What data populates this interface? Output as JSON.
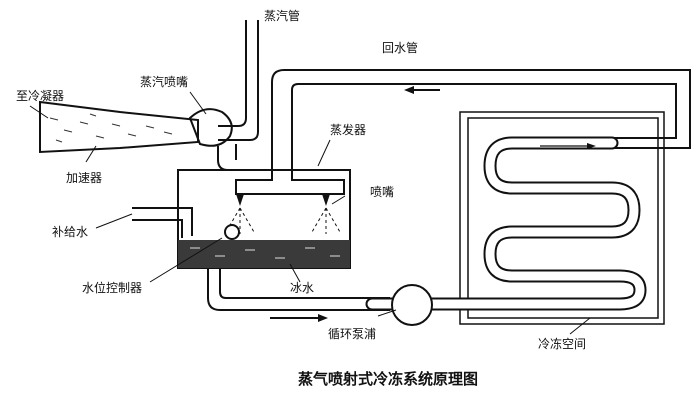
{
  "labels": {
    "steam_pipe": "蒸汽管",
    "return_pipe": "回水管",
    "steam_nozzle": "蒸汽喷嘴",
    "to_condenser": "至冷凝器",
    "evaporator": "蒸发器",
    "nozzle": "喷嘴",
    "accelerator": "加速器",
    "makeup_water": "补给水",
    "level_controller": "水位控制器",
    "ice_water": "冰水",
    "circulating_pump": "循环泵浦",
    "freezer_space": "冷冻空间"
  },
  "caption": "蒸气喷射式冷冻系统原理图",
  "colors": {
    "line": "#111111",
    "water": "#3a3a3a",
    "paper": "#ffffff"
  }
}
